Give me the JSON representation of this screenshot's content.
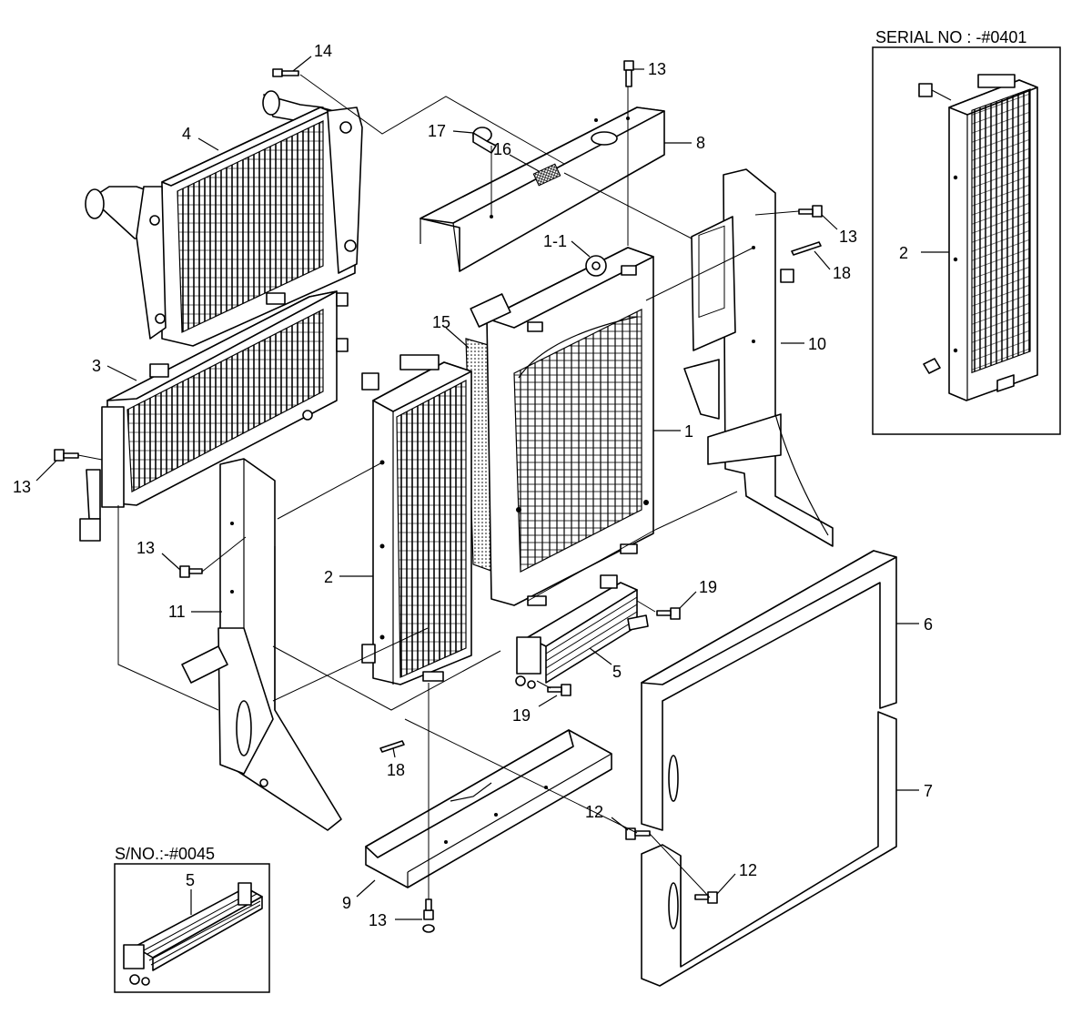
{
  "insets": {
    "serial": {
      "title": "SERIAL NO : -#0401",
      "part_label": "2"
    },
    "sn": {
      "title": "S/NO.:-#0045",
      "part_label": "5"
    }
  },
  "callouts": {
    "c14": "14",
    "c13_top": "13",
    "c4": "4",
    "c17": "17",
    "c16": "16",
    "c8": "8",
    "c13_right": "13",
    "c18_right": "18",
    "c1_1": "1-1",
    "c15": "15",
    "c10": "10",
    "c3": "3",
    "c1": "1",
    "c13_left": "13",
    "c13_mid": "13",
    "c2": "2",
    "c11": "11",
    "c19_top": "19",
    "c6": "6",
    "c5": "5",
    "c19_bottom": "19",
    "c18_bottom": "18",
    "c7": "7",
    "c12_top": "12",
    "c12_bottom": "12",
    "c9": "9",
    "c13_bottom": "13"
  }
}
